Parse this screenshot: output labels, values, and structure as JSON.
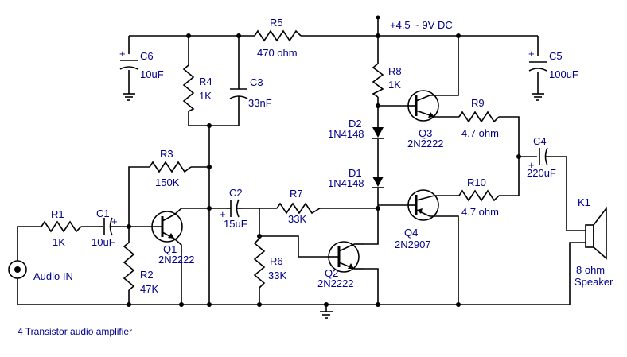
{
  "supply": "+4.5 ~ 9V DC",
  "caption": "4 Transistor audio amplifier",
  "input_label": "Audio IN",
  "components": {
    "R1": {
      "name": "R1",
      "value": "1K"
    },
    "R2": {
      "name": "R2",
      "value": "47K"
    },
    "R3": {
      "name": "R3",
      "value": "150K"
    },
    "R4": {
      "name": "R4",
      "value": "1K"
    },
    "R5": {
      "name": "R5",
      "value": "470 ohm"
    },
    "R6": {
      "name": "R6",
      "value": "33K"
    },
    "R7": {
      "name": "R7",
      "value": "33K"
    },
    "R8": {
      "name": "R8",
      "value": "1K"
    },
    "R9": {
      "name": "R9",
      "value": "4.7 ohm"
    },
    "R10": {
      "name": "R10",
      "value": "4.7 ohm"
    },
    "C1": {
      "name": "C1",
      "value": "10uF"
    },
    "C2": {
      "name": "C2",
      "value": "15uF"
    },
    "C3": {
      "name": "C3",
      "value": "33nF"
    },
    "C4": {
      "name": "C4",
      "value": "220uF"
    },
    "C5": {
      "name": "C5",
      "value": "100uF"
    },
    "C6": {
      "name": "C6",
      "value": "10uF"
    },
    "D1": {
      "name": "D1",
      "value": "1N4148"
    },
    "D2": {
      "name": "D2",
      "value": "1N4148"
    },
    "Q1": {
      "name": "Q1",
      "value": "2N2222"
    },
    "Q2": {
      "name": "Q2",
      "value": "2N2222"
    },
    "Q3": {
      "name": "Q3",
      "value": "2N2222"
    },
    "Q4": {
      "name": "Q4",
      "value": "2N2907"
    },
    "K1": {
      "name": "K1",
      "value": "8 ohm",
      "value2": "Speaker"
    }
  },
  "plus_sign": "+",
  "colors": {
    "wire": "#000000",
    "label": "#00008b"
  }
}
